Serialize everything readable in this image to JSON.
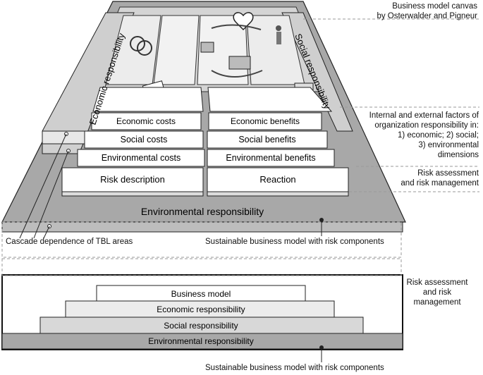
{
  "annotations": {
    "canvas_line1": "Business model canvas",
    "canvas_line2": "by Osterwalder and Pigneur",
    "factors_line1": "Internal and external factors of",
    "factors_line2": "organization responsibility in:",
    "factors_line3": "1) economic; 2) social;",
    "factors_line4": "3) environmental",
    "factors_line5": "dimensions",
    "risk_line1": "Risk assessment",
    "risk_line2": "and risk management",
    "cascade": "Cascade dependence of TBL areas",
    "sustainable_top": "Sustainable business model with risk components",
    "risk_bottom_line1": "Risk assessment",
    "risk_bottom_line2": "and risk",
    "risk_bottom_line3": "management",
    "sustainable_bottom": "Sustainable business model with risk components"
  },
  "top_diagram": {
    "economic_wall": "Economic responsibility",
    "social_wall": "Social responsibility",
    "environmental_base": "Environmental responsibility",
    "rows": {
      "economic_costs": "Economic costs",
      "economic_benefits": "Economic benefits",
      "social_costs": "Social costs",
      "social_benefits": "Social benefits",
      "environmental_costs": "Environmental costs",
      "environmental_benefits": "Environmental benefits",
      "risk_description": "Risk description",
      "reaction": "Reaction"
    }
  },
  "bottom_diagram": {
    "business_model": "Business model",
    "economic": "Economic responsibility",
    "social": "Social responsibility",
    "environmental": "Environmental responsibility"
  },
  "colors": {
    "base_gray": "#a8a8a8",
    "wall_gray": "#c8c8c8",
    "card_white": "#ffffff",
    "light_gray": "#e6e6e6",
    "dash": "#9a9a9a"
  }
}
